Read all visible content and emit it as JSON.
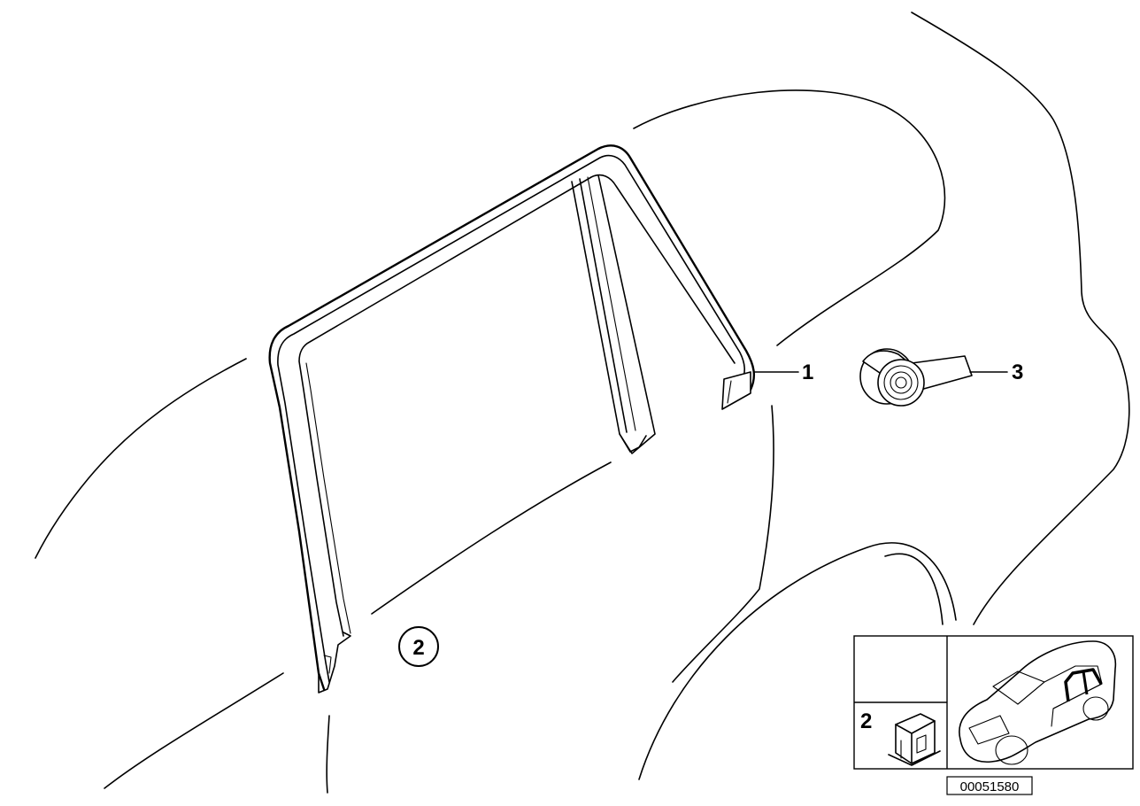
{
  "callouts": {
    "part1": "1",
    "part2": "2",
    "part3": "3"
  },
  "inset": {
    "label": "2"
  },
  "diagram_code": "00051580"
}
